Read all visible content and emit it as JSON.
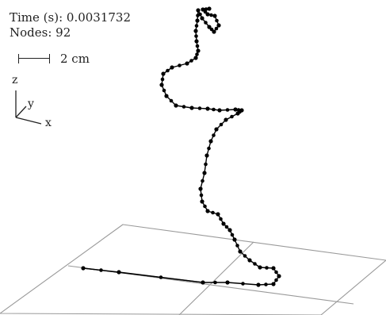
{
  "hud": {
    "time_label": "Time (s): 0.0031732",
    "nodes_label": "Nodes: 92"
  },
  "scale_bar": {
    "label": "2 cm"
  },
  "axes": {
    "z": "z",
    "y": "y",
    "x": "x"
  },
  "colors": {
    "grid": "#9a9a9a",
    "curve": "#000000",
    "text": "#222222"
  }
}
